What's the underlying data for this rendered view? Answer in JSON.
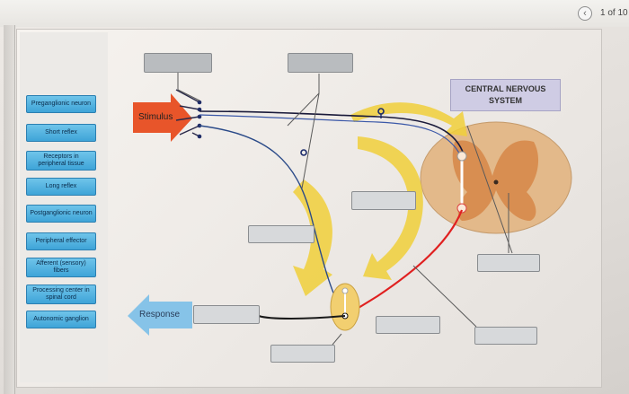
{
  "header": {
    "page_counter": "1 of 10",
    "prev_icon": "chevron-left-icon"
  },
  "labels": [
    "Preganglionic neuron",
    "Short reflex",
    "Receptors in peripheral tissue",
    "Long reflex",
    "Postganglionic neuron",
    "Peripheral effector",
    "Afferent (sensory) fibers",
    "Processing center in spinal cord",
    "Autonomic ganglion"
  ],
  "diagram": {
    "cns_title_line1": "CENTRAL NERVOUS",
    "cns_title_line2": "SYSTEM",
    "stimulus": "Stimulus",
    "response": "Response"
  },
  "colors": {
    "tile": "#4fb3e2",
    "stimulus_arrow": "#e8552a",
    "response_arrow": "#86c3e8",
    "reflex_arrow": "#f0cf3a",
    "spinal_cord": "#e3b98a",
    "gray_matter": "#d6894a",
    "efferent_fiber": "#e02020"
  }
}
